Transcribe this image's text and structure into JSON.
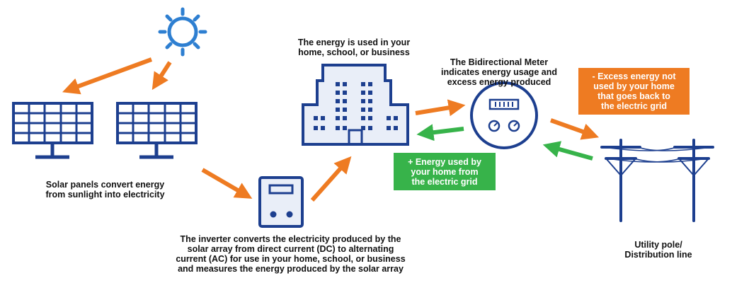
{
  "colors": {
    "navy": "#1d3f8f",
    "sun": "#2e7fd1",
    "orange": "#ee7b22",
    "green": "#37b34a",
    "window": "#e9eef8"
  },
  "labels": {
    "panels": "Solar panels convert energy\nfrom sunlight into electricity",
    "inverter": "The inverter converts the electricity produced by the\nsolar array from direct current (DC) to alternating\ncurrent (AC) for use in your home, school, or business\nand measures the energy produced by the solar array",
    "building": "The energy is used in your\nhome, school, or business",
    "meter": "The Bidirectional Meter\nindicates energy usage and\nexcess energy produced",
    "pole": "Utility pole/\nDistribution line"
  },
  "callouts": {
    "excess": "- Excess energy not\nused by your home\nthat goes back to\nthe electric grid",
    "used": "+ Energy used by\nyour home from\nthe electric grid"
  },
  "icons": [
    "sun-icon",
    "solar-panel-icon",
    "inverter-icon",
    "building-icon",
    "meter-icon",
    "utility-pole-icon",
    "arrow-icon"
  ]
}
